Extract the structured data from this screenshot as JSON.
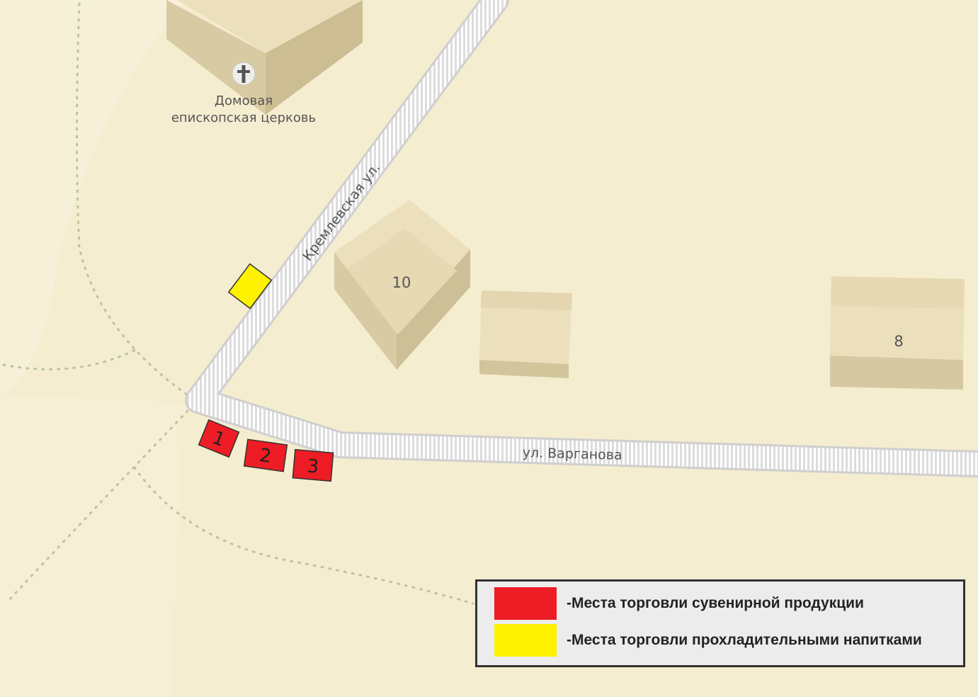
{
  "map": {
    "church": {
      "icon": "cross-icon",
      "label_line1": "Домовая",
      "label_line2": "епископская церковь"
    },
    "streets": {
      "kremlevskaya": "Кремлевская ул.",
      "varganova": "ул. Варганова"
    },
    "buildings": {
      "b10": "10",
      "b8": "8"
    },
    "markers": {
      "souvenir": [
        "1",
        "2",
        "3"
      ]
    }
  },
  "legend": {
    "items": [
      {
        "color": "#ee1c24",
        "label": "-Места торговли сувенирной продукции"
      },
      {
        "color": "#fff200",
        "label": "-Места торговли прохладительными напитками"
      }
    ]
  },
  "colors": {
    "background": "#f5edcf",
    "building_top": "#ece0bc",
    "building_side": "#d8caa2",
    "road": "#ffffff",
    "souvenir": "#ee1c24",
    "drinks": "#fff200"
  }
}
